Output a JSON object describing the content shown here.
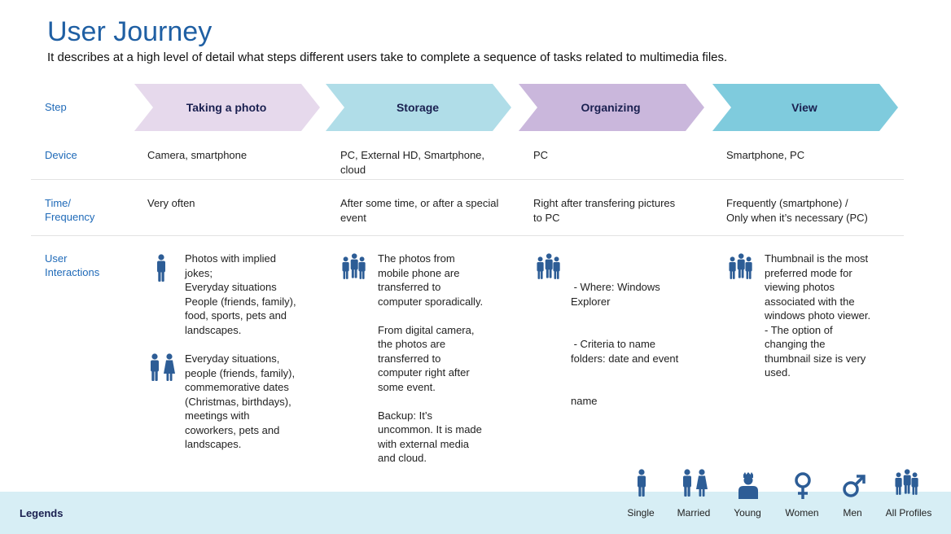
{
  "header": {
    "title": "User Journey",
    "subtitle": "It describes at a high level of detail what steps different users take to complete a sequence of tasks related to multimedia files."
  },
  "row_labels": {
    "step": "Step",
    "device": "Device",
    "time": [
      "Time/",
      "Frequency"
    ],
    "interactions": [
      "User",
      "Interactions"
    ]
  },
  "steps": [
    {
      "label": "Taking a photo",
      "color": "#e6d9ec"
    },
    {
      "label": "Storage",
      "color": "#b0dde8"
    },
    {
      "label": "Organizing",
      "color": "#cab7dc"
    },
    {
      "label": "View",
      "color": "#7fcbdd"
    }
  ],
  "devices": [
    [
      "Camera, smartphone"
    ],
    [
      "PC, External HD, Smartphone,",
      "cloud"
    ],
    [
      "PC"
    ],
    [
      "Smartphone, PC"
    ]
  ],
  "frequency": [
    [
      "Very often"
    ],
    [
      "After some time, or after a special",
      "event"
    ],
    [
      "Right after transfering pictures",
      "to PC"
    ],
    [
      "Frequently (smartphone) /",
      "Only when it’s necessary (PC)"
    ]
  ],
  "interactions": {
    "photo_single": [
      "Photos with implied",
      "jokes;",
      "Everyday situations",
      "People (friends, family),",
      "food, sports, pets and",
      "landscapes."
    ],
    "photo_married": [
      "Everyday situations,",
      "people (friends, family),",
      "commemorative dates",
      "(Christmas, birthdays),",
      "meetings with",
      "coworkers, pets and",
      "landscapes."
    ],
    "storage": [
      "The photos from",
      "mobile phone are",
      "transferred to",
      "computer sporadically.",
      "",
      "From digital camera,",
      "the photos are",
      "transferred to",
      "computer right after",
      "some event.",
      "",
      "Backup: It’s",
      "uncommon. It is made",
      "with external media",
      "and cloud."
    ],
    "organizing": [
      " - Where: Windows",
      "Explorer",
      " - Criteria to name",
      "folders: date and event",
      "name"
    ],
    "view": [
      "Thumbnail is the most",
      "preferred mode for",
      "viewing photos",
      "associated with the",
      "windows photo viewer.",
      "- The option of",
      "changing the",
      "thumbnail size is very",
      "used."
    ]
  },
  "legend": {
    "title": "Legends",
    "items": [
      {
        "label": "Single",
        "icon": "single-person-icon"
      },
      {
        "label": "Married",
        "icon": "married-couple-icon"
      },
      {
        "label": "Young",
        "icon": "young-person-icon"
      },
      {
        "label": "Women",
        "icon": "female-symbol-icon"
      },
      {
        "label": "Men",
        "icon": "male-symbol-icon"
      },
      {
        "label": "All Profiles",
        "icon": "all-profiles-icon"
      }
    ]
  },
  "icon_color": "#2d5d96"
}
